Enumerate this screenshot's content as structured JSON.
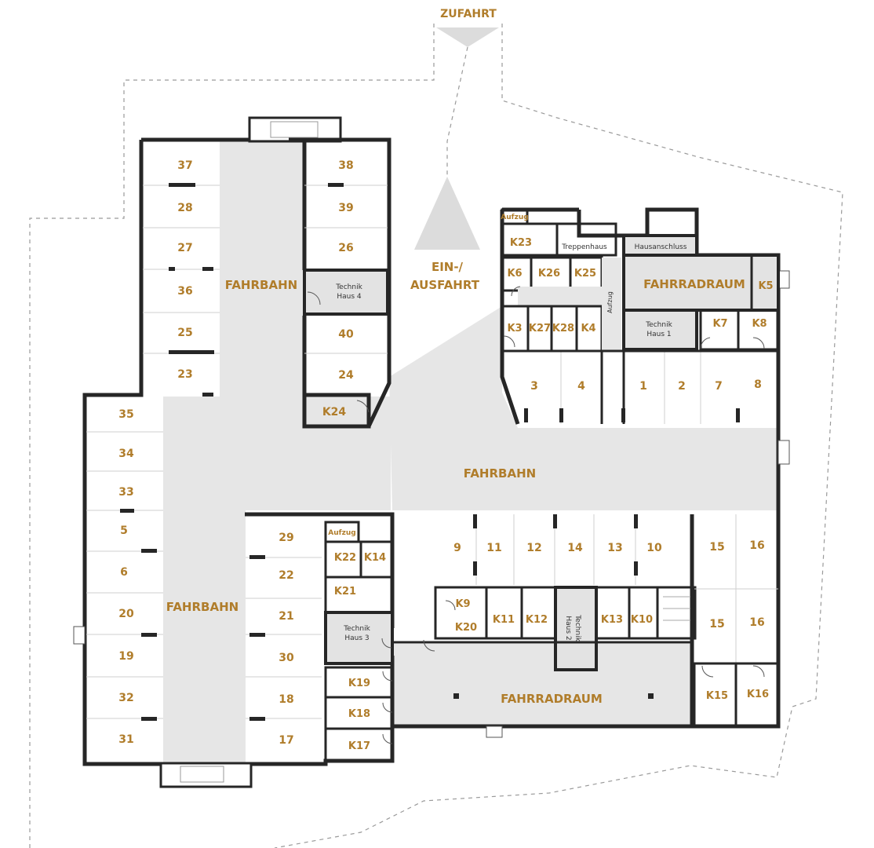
{
  "colors": {
    "label": "#b07d2b",
    "wall": "#262626",
    "drive": "#e6e6e6",
    "room": "#e3e3e3"
  },
  "headings": {
    "zufahrt": "ZUFAHRT",
    "ein_ausfahrt_1": "EIN-/",
    "ein_ausfahrt_2": "AUSFAHRT",
    "fahrbahn_north": "FAHRBAHN",
    "fahrbahn_center": "FAHRBAHN",
    "fahrbahn_west": "FAHRBAHN",
    "fahrradraum_north": "FAHRRADRAUM",
    "fahrradraum_south": "FAHRRADRAUM"
  },
  "rooms": {
    "aufzug_north": "Aufzug",
    "aufzug_south": "Aufzug",
    "treppenhaus": "Treppenhaus",
    "hausanschluss": "Hausanschluss",
    "aufzugsschacht": "Aufzug",
    "technik": "Technik",
    "technik_haus1": "Haus 1",
    "technik_haus2": "Haus 2",
    "technik_haus3": "Haus 3",
    "technik_haus4": "Haus 4"
  },
  "parking": {
    "north_left": [
      "37",
      "28",
      "27",
      "36",
      "25",
      "23"
    ],
    "north_right": [
      "38",
      "39",
      "26",
      "40",
      "24"
    ],
    "west_outer": [
      "35",
      "34",
      "33",
      "5",
      "6",
      "20",
      "19",
      "32",
      "31"
    ],
    "west_inner": [
      "29",
      "22",
      "21",
      "30",
      "18",
      "17"
    ],
    "east_top": [
      "3",
      "4",
      "1",
      "2",
      "7",
      "8"
    ],
    "middle_row": [
      "9",
      "11",
      "12",
      "14",
      "13",
      "10"
    ],
    "east_pairs": [
      "15",
      "16",
      "15",
      "16"
    ]
  },
  "cellars": {
    "k24": "K24",
    "k23": "K23",
    "k6": "K6",
    "k26": "K26",
    "k25": "K25",
    "k3": "K3",
    "k27": "K27",
    "k28": "K28",
    "k4": "K4",
    "k5": "K5",
    "k7": "K7",
    "k8": "K8",
    "k22": "K22",
    "k14": "K14",
    "k21": "K21",
    "k9": "K9",
    "k20": "K20",
    "k11": "K11",
    "k12": "K12",
    "k13": "K13",
    "k10": "K10",
    "k19": "K19",
    "k18": "K18",
    "k17": "K17",
    "k15": "K15",
    "k16": "K16"
  }
}
